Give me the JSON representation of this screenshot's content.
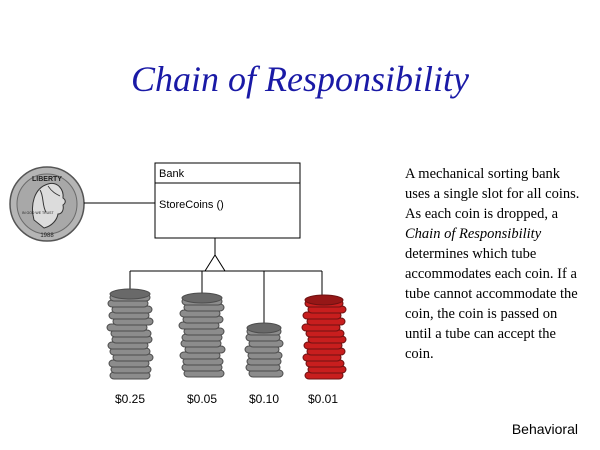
{
  "title": "Chain of Responsibility",
  "uml": {
    "class_name": "Bank",
    "method": "StoreCoins ()"
  },
  "coin_icon_text": {
    "top": "LIBERTY",
    "left": "IN GOD WE TRUST",
    "year": "1988"
  },
  "stacks": [
    {
      "label": "$0.25",
      "color": "#8c8c8c"
    },
    {
      "label": "$0.05",
      "color": "#8c8c8c"
    },
    {
      "label": "$0.10",
      "color": "#8c8c8c"
    },
    {
      "label": "$0.01",
      "color": "#c81e1e"
    }
  ],
  "description": {
    "p1": "A mechanical sorting bank uses a single slot for all coins.  As each coin is dropped, a ",
    "em1": "Chain of Responsibility",
    "p2": " determines which tube accommodates each coin.  If a tube cannot accommodate the coin, the coin is passed on until a tube can accept the coin."
  },
  "category": "Behavioral"
}
